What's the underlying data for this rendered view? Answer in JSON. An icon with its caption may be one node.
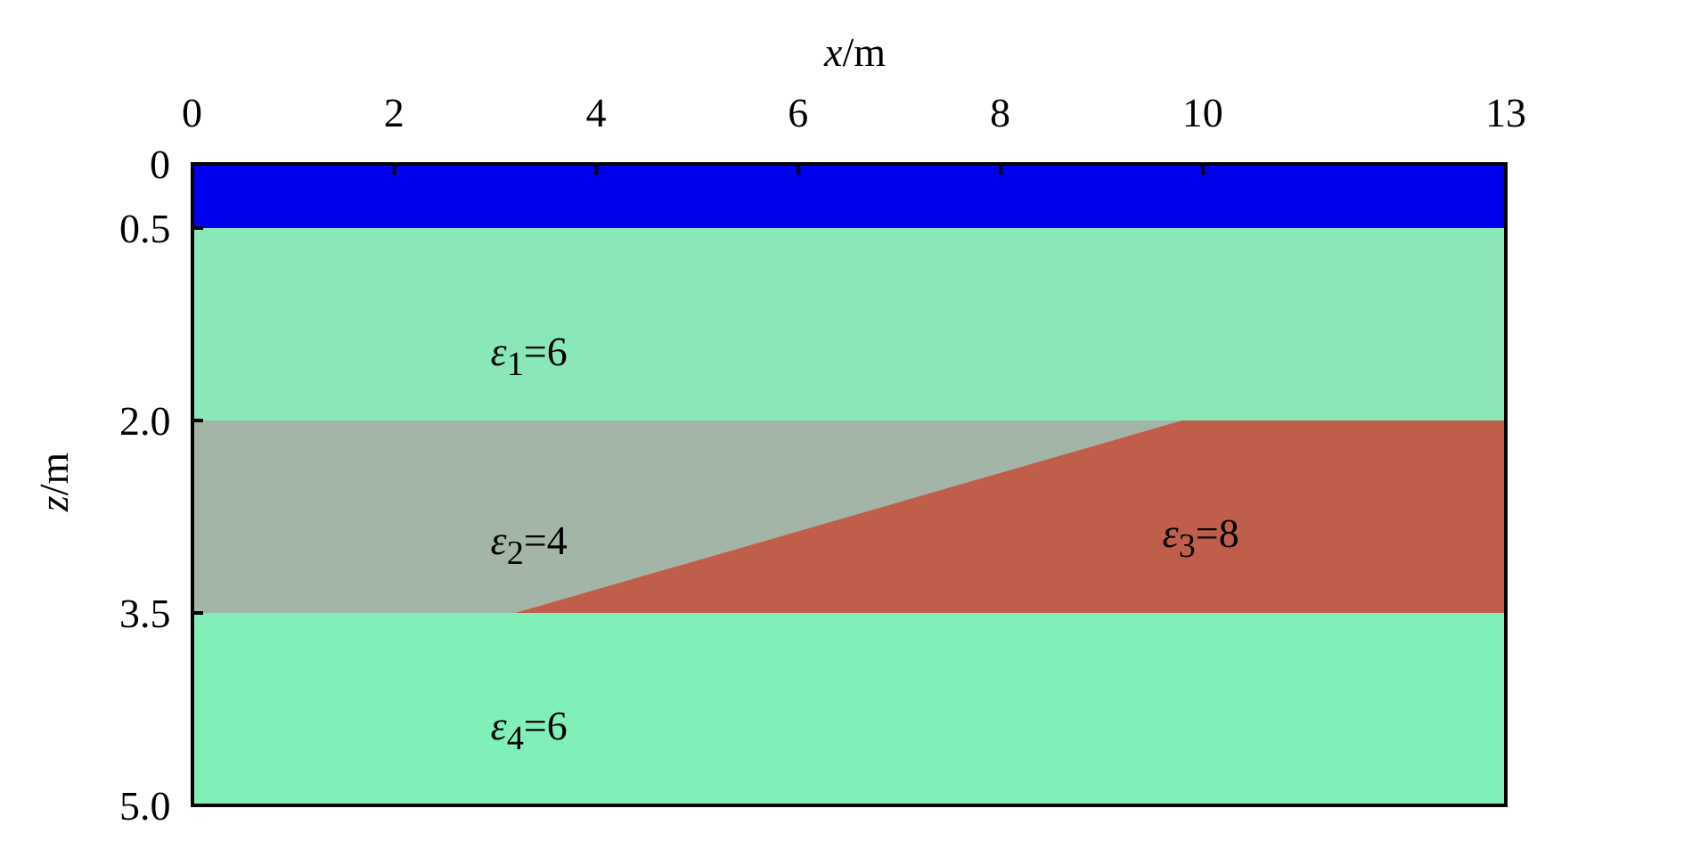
{
  "diagram": {
    "nodes": [
      {
        "text": [],
        "shape": "box"
      },
      {
        "text": [
          "*ε*$_{1}$=6"
        ]
      },
      {
        "text": [
          "*ε*$_{2}$=4"
        ]
      },
      {
        "text": [
          "*ε*$_{3}$=8"
        ]
      },
      {
        "text": [
          "*ε*$_{4}$=6"
        ]
      }
    ],
    "edges": [],
    "labels": [
      "*x*/m",
      "0",
      "2",
      "4",
      "6",
      "8",
      "10",
      "13",
      "0",
      "0.5",
      "2.0",
      "3.5",
      "5.0",
      "*z*/m"
    ]
  }
}
